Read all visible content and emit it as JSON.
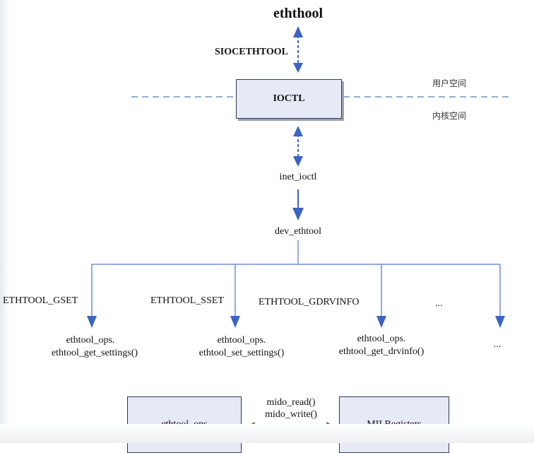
{
  "diagram": {
    "top_label": "eththool",
    "ioctl_cmd": "SIOCETHTOOL",
    "ioctl_box": "IOCTL",
    "user_space": "用户空间",
    "kernel_space": "内核空间",
    "inet_ioctl": "inet_ioctl",
    "dev_ethtool": "dev_ethtool",
    "branches": [
      {
        "cmd": "ETHTOOL_GSET",
        "target_line1": "ethtool_ops.",
        "target_line2": "ethtool_get_settings()"
      },
      {
        "cmd": "ETHTOOL_SSET",
        "target_line1": "ethtool_ops.",
        "target_line2": "ethtool_set_settings()"
      },
      {
        "cmd": "ETHTOOL_GDRVINFO",
        "target_line1": "ethtool_ops.",
        "target_line2": "ethtool_get_drvinfo()"
      },
      {
        "cmd": "...",
        "target_line1": "...",
        "target_line2": ""
      }
    ],
    "bottom": {
      "left_box": "ethtool_ops",
      "right_box": "MII Registers",
      "op_read": "mido_read()",
      "op_write": "mido_write()"
    }
  },
  "colors": {
    "arrow_blue": "#3b63c4",
    "line_blue": "#6f8fd0",
    "dash_blue": "#6f90c8",
    "box_fill": "#e6eaf6",
    "box_border": "#2f3a4f",
    "double_arrow_fill": "#e3ecd2",
    "double_arrow_stroke": "#5e6b4a"
  }
}
